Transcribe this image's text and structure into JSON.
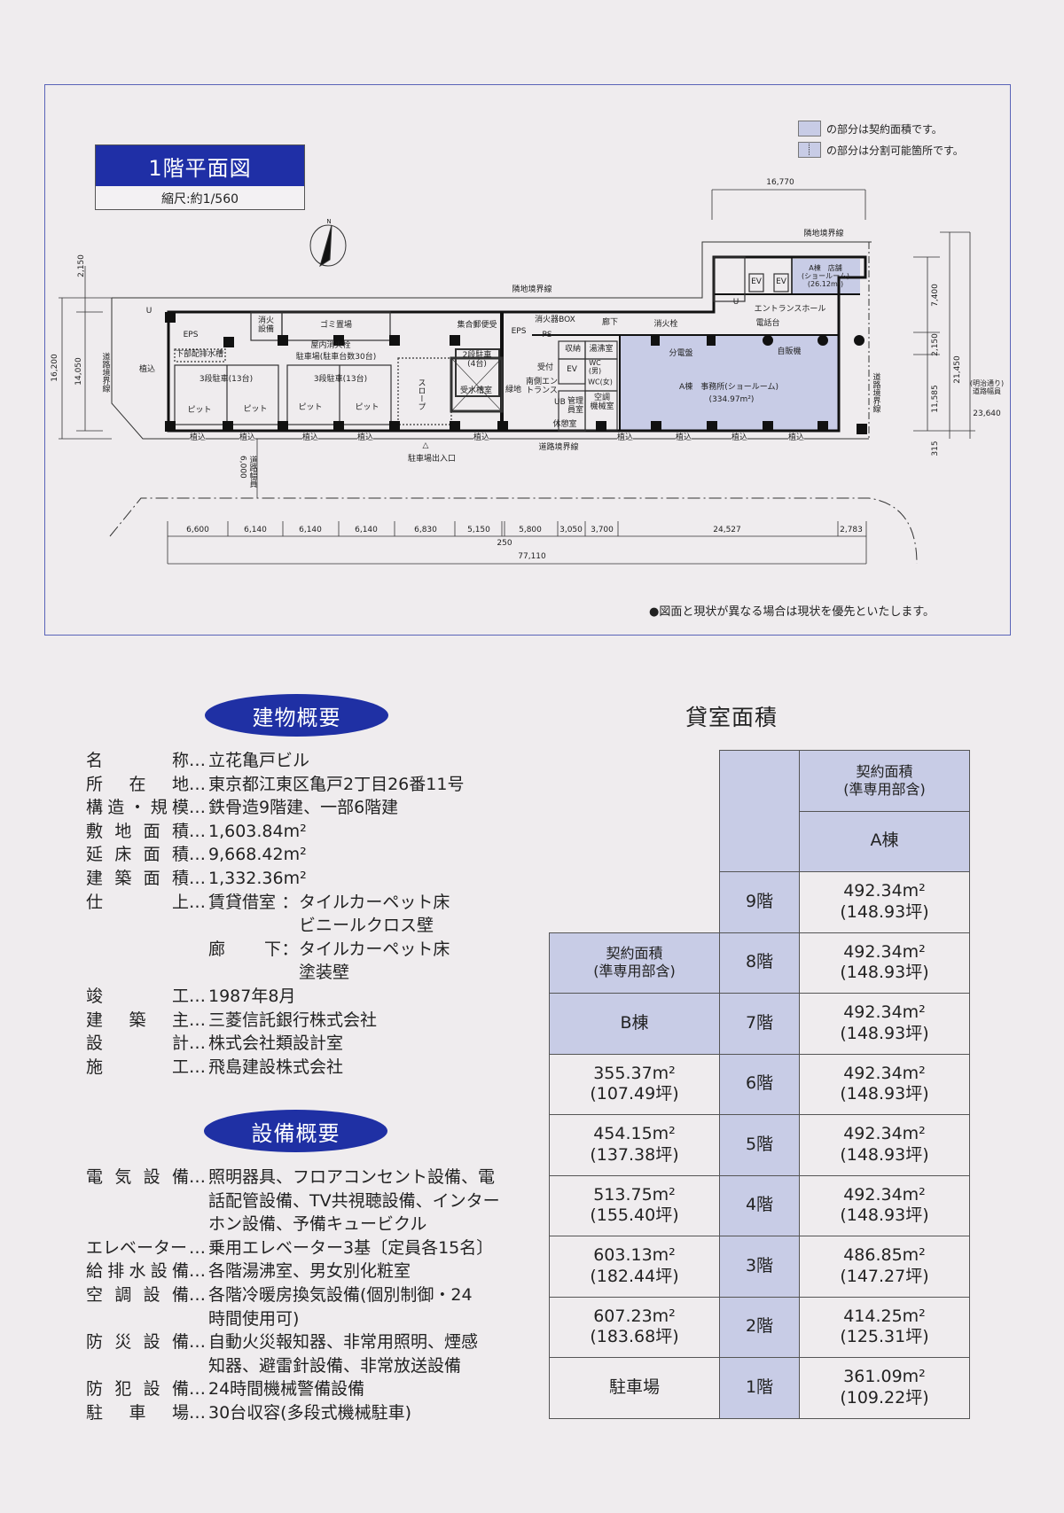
{
  "floor_plan": {
    "title": "1階平面図",
    "scale": "縮尺:約1/560",
    "legend": [
      {
        "text": "の部分は契約面積です。",
        "color": "#c8cce6"
      },
      {
        "text": "の部分は分割可能箇所です。",
        "color": "#c8cce6"
      }
    ],
    "compass": "N",
    "labels": {
      "shoukasetsubi": "消火設備",
      "gomi": "ゴミ置場",
      "okunai": "屋内消火栓",
      "yubin": "集合郵便受",
      "eps1": "EPS",
      "eps2": "EPS",
      "parking2": "2段駐車\n(4台)",
      "parking": "駐車場(駐車台数30台)",
      "haisui": "下部配排水槽",
      "parking3a": "3段駐車(13台)",
      "parking3b": "3段駐車(13台)",
      "pit1": "ピット",
      "pit2": "ピット",
      "pit3": "ピット",
      "pit4": "ピット",
      "slope": "スロープ",
      "jusui": "受水槽室",
      "ryokuchi": "緑地",
      "south_entrance": "南側エン\nトランス",
      "kyukei": "休憩室",
      "ub": "UB",
      "kanri": "管理\n員室",
      "kucho": "空調\n機械室",
      "uketsuke": "受付",
      "wc_m": "WC\n(男)",
      "wc_f": "WC(女)",
      "ev1": "EV",
      "ev2": "EV",
      "ev3": "EV",
      "shuno": "収納",
      "yuwakashi": "湯沸室",
      "ps": "PS",
      "box": "消火器BOX",
      "roka": "廊下",
      "shokasen": "消火栓",
      "bundenban": "分電盤",
      "office": "A棟　事務所(ショールーム)",
      "office_area": "(334.97m²)",
      "shop": "A棟　店舗\n(ショールーム)\n(26.12m²)",
      "entrance_hall": "エントランスホール",
      "denwa": "電話台",
      "jihanki": "自販機",
      "rinchi1": "隣地境界線",
      "rinchi2": "隣地境界線",
      "doro1": "道路境界線",
      "doro2": "道路境界線",
      "doro3": "道路境界線",
      "ueko0": "植込",
      "ueko": [
        "植込",
        "植込",
        "植込",
        "植込",
        "植込",
        "植込",
        "植込",
        "植込",
        "植込"
      ],
      "entrance_car": "駐車場出入口",
      "road_width_left": "道路幅員\n6,000",
      "meiji": "(明治通り)\n道路幅員",
      "u1": "U",
      "u2": "U"
    },
    "dimensions": {
      "top": "16,770",
      "left": [
        "2,150",
        "16,200",
        "14,050"
      ],
      "right": [
        "7,400",
        "2,150",
        "11,585",
        "21,450",
        "23,640",
        "315"
      ],
      "bottom": [
        "6,600",
        "6,140",
        "6,140",
        "6,140",
        "6,830",
        "5,150",
        "5,800",
        "3,050",
        "3,700",
        "24,527",
        "2,783"
      ],
      "gap": "250",
      "total": "77,110"
    },
    "note": "●図面と現状が異なる場合は現状を優先といたします。"
  },
  "building_overview": {
    "heading": "建物概要",
    "rows": [
      {
        "k": [
          "名",
          "称"
        ],
        "v": "立花亀戸ビル"
      },
      {
        "k": [
          "所",
          "在",
          "地"
        ],
        "v": "東京都江東区亀戸2丁目26番11号"
      },
      {
        "k": [
          "構",
          "造",
          "・",
          "規",
          "模"
        ],
        "v": "鉄骨造9階建、一部6階建"
      },
      {
        "k": [
          "敷",
          "地",
          "面",
          "積"
        ],
        "v": "1,603.84m²"
      },
      {
        "k": [
          "延",
          "床",
          "面",
          "積"
        ],
        "v": "9,668.42m²"
      },
      {
        "k": [
          "建",
          "築",
          "面",
          "積"
        ],
        "v": "1,332.36m²"
      }
    ],
    "finish": {
      "k": [
        "仕",
        "上"
      ],
      "room_label": "賃貸借室",
      "room_values": [
        "タイルカーペット床",
        "ビニールクロス壁"
      ],
      "corridor_label": [
        "廊",
        "下"
      ],
      "corridor_values": [
        "タイルカーペット床",
        "塗装壁"
      ]
    },
    "rows2": [
      {
        "k": [
          "竣",
          "工"
        ],
        "v": "1987年8月"
      },
      {
        "k": [
          "建",
          "築",
          "主"
        ],
        "v": "三菱信託銀行株式会社"
      },
      {
        "k": [
          "設",
          "計"
        ],
        "v": "株式会社類設計室"
      },
      {
        "k": [
          "施",
          "工"
        ],
        "v": "飛島建設株式会社"
      }
    ]
  },
  "equipment_overview": {
    "heading": "設備概要",
    "rows": [
      {
        "k": [
          "電",
          "気",
          "設",
          "備"
        ],
        "v": [
          "照明器具、フロアコンセント設備、電",
          "話配管設備、TV共視聴設備、インター",
          "ホン設備、予備キュービクル"
        ]
      },
      {
        "k": [
          "エレベーター"
        ],
        "v": [
          "乗用エレベーター3基〔定員各15名〕"
        ]
      },
      {
        "k": [
          "給",
          "排",
          "水",
          "設",
          "備"
        ],
        "v": [
          "各階湯沸室、男女別化粧室"
        ]
      },
      {
        "k": [
          "空",
          "調",
          "設",
          "備"
        ],
        "v": [
          "各階冷暖房換気設備(個別制御・24",
          "時間使用可)"
        ]
      },
      {
        "k": [
          "防",
          "災",
          "設",
          "備"
        ],
        "v": [
          "自動火災報知器、非常用照明、煙感",
          "知器、避雷針設備、非常放送設備"
        ]
      },
      {
        "k": [
          "防",
          "犯",
          "設",
          "備"
        ],
        "v": [
          "24時間機械警備設備"
        ]
      },
      {
        "k": [
          "駐",
          "車",
          "場"
        ],
        "v": [
          "30台収容(多段式機械駐車)"
        ]
      }
    ]
  },
  "leasable_area": {
    "title": "貸室面積",
    "a_header": "契約面積\n(準専用部含)",
    "a_building": "A棟",
    "b_header": "契約面積\n(準専用部含)",
    "b_building": "B棟",
    "rows": [
      {
        "floor": "9階",
        "a": "492.34m²\n(148.93坪)"
      },
      {
        "floor": "8階",
        "a": "492.34m²\n(148.93坪)"
      },
      {
        "floor": "7階",
        "a": "492.34m²\n(148.93坪)"
      },
      {
        "floor": "6階",
        "b": "355.37m²\n(107.49坪)",
        "a": "492.34m²\n(148.93坪)"
      },
      {
        "floor": "5階",
        "b": "454.15m²\n(137.38坪)",
        "a": "492.34m²\n(148.93坪)"
      },
      {
        "floor": "4階",
        "b": "513.75m²\n(155.40坪)",
        "a": "492.34m²\n(148.93坪)"
      },
      {
        "floor": "3階",
        "b": "603.13m²\n(182.44坪)",
        "a": "486.85m²\n(147.27坪)"
      },
      {
        "floor": "2階",
        "b": "607.23m²\n(183.68坪)",
        "a": "414.25m²\n(125.31坪)"
      },
      {
        "floor": "1階",
        "b": "駐車場",
        "a": "361.09m²\n(109.22坪)"
      }
    ]
  },
  "colors": {
    "accent": "#1f30a4",
    "shade": "#c8cce6",
    "background": "#efecee",
    "frame": "#5a64b8"
  }
}
